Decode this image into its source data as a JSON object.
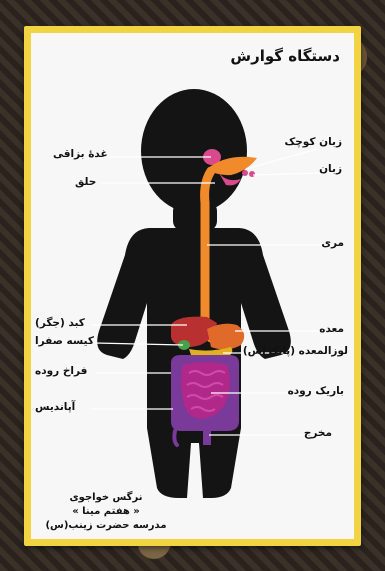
{
  "poster": {
    "title": "دستگاه گوارش",
    "labels": {
      "uvula": "زبان کوچک",
      "tongue": "زبان",
      "salivary_gland": "غدهٔ بزاقی",
      "pharynx": "حلق",
      "esophagus": "مری",
      "liver": "کبد (جگر)",
      "gallbladder": "کیسه صفرا",
      "stomach": "معده",
      "pancreas": "لوزالمعده (پانکراس)",
      "large_intestine": "فراخ روده",
      "small_intestine": "باریک روده",
      "appendix": "آپاندیس",
      "anus": "مخرج"
    },
    "credit": {
      "line1": "نرگس خواجوی",
      "line2": "« هفتم مینا »",
      "line3": "مدرسه حضرت زینب(س)"
    }
  },
  "colors": {
    "frame": "#f2d443",
    "silhouette": "#141414",
    "esophagus": "#f08a2a",
    "stomach": "#d8402a",
    "small_intestine": "#a8248c",
    "large_intestine": "#7a3a9a"
  }
}
